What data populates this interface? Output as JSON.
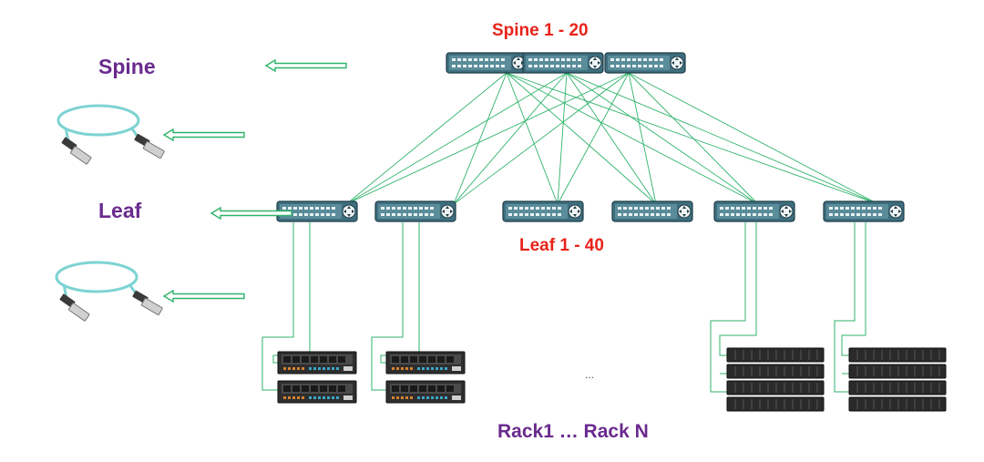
{
  "labels": {
    "spine": "Spine",
    "leaf": "Leaf",
    "spine_range": "Spine 1 - 20",
    "leaf_range": "Leaf 1 - 40",
    "rack_range": "Rack1 …  Rack N",
    "ellipsis": "..."
  },
  "colors": {
    "tier_label": "#6a2a8e",
    "range_label": "#e8231a",
    "link": "#2fb36b",
    "switch_body": "#3f6f7f",
    "arrow": "#2fb36b",
    "cable": "#7ed3d3"
  },
  "icons": [
    "network-switch-icon",
    "fiber-cable-icon",
    "server-chassis-icon",
    "storage-array-icon",
    "hollow-arrow-left-icon"
  ]
}
